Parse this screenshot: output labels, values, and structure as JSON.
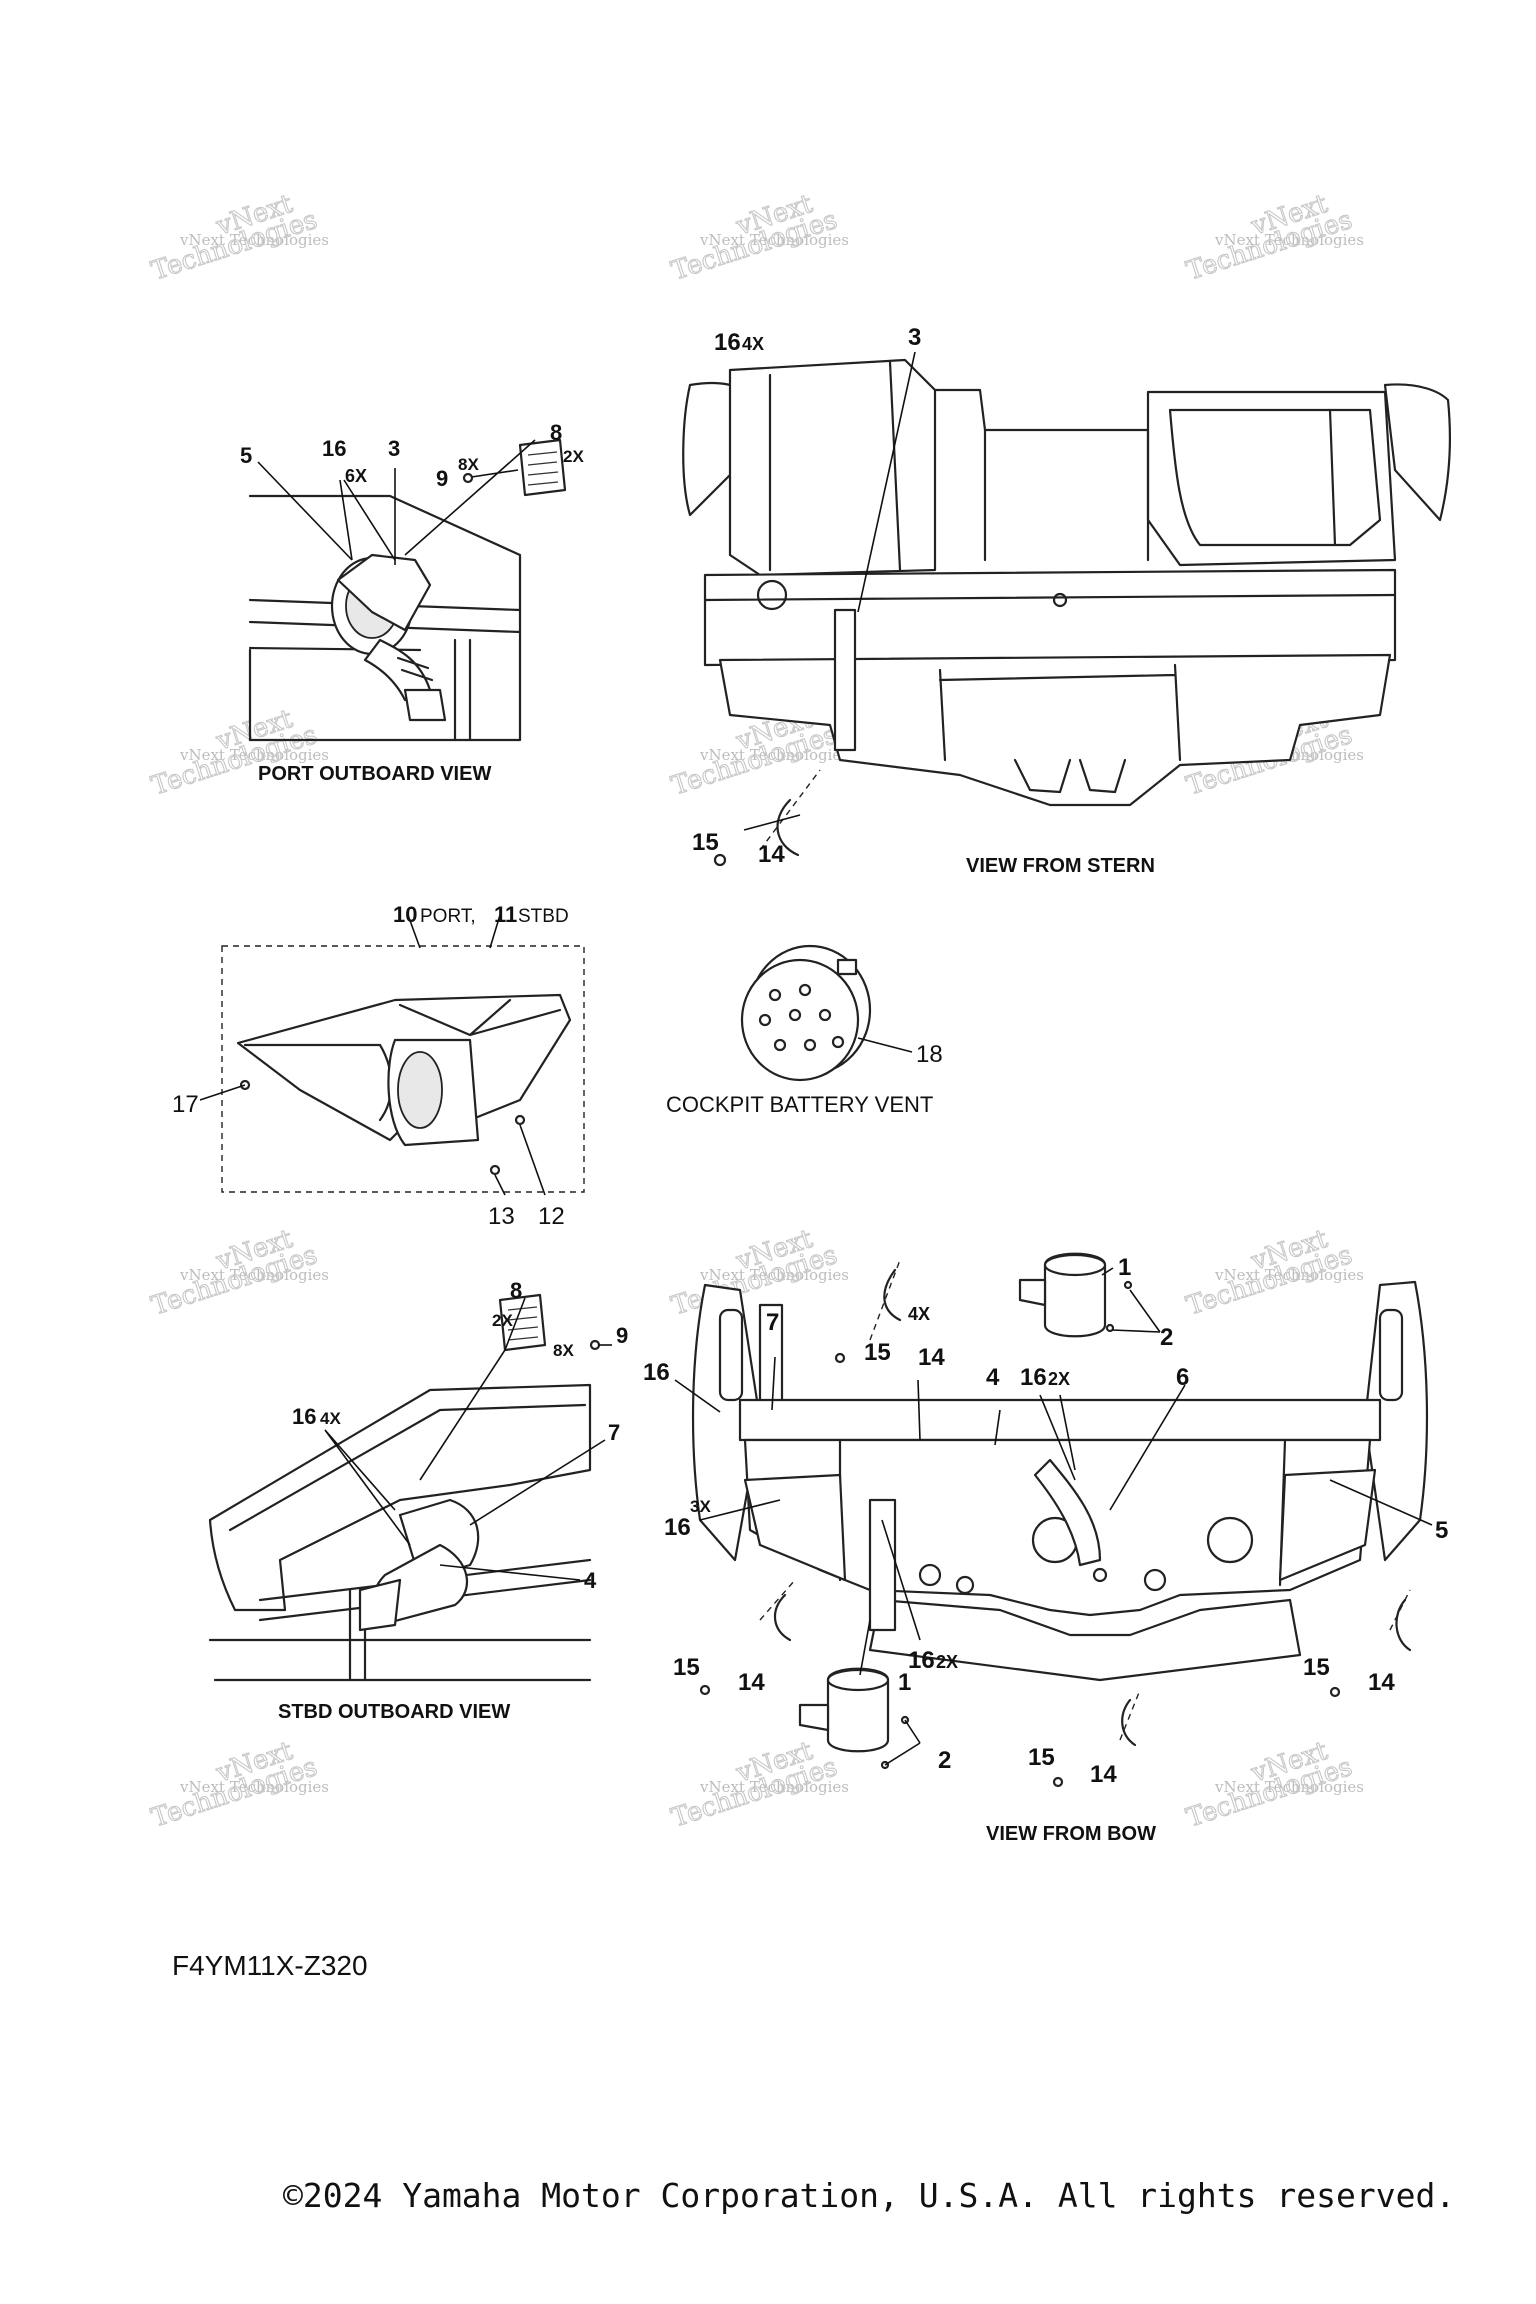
{
  "watermark": {
    "line1": "vNext Technologies",
    "line2": "vNext",
    "line3": "Technologies"
  },
  "views": {
    "port_outboard": {
      "title": "PORT OUTBOARD VIEW",
      "labels": [
        "5",
        "16",
        "6X",
        "3",
        "9",
        "8X",
        "8",
        "2X"
      ]
    },
    "stern": {
      "title": "VIEW FROM STERN",
      "labels": [
        "16",
        "4X",
        "3",
        "15",
        "14"
      ]
    },
    "panel": {
      "header_num1": "10",
      "header_txt1": "PORT,",
      "header_num2": "11",
      "header_txt2": "STBD",
      "labels": [
        "17",
        "13",
        "12"
      ]
    },
    "battery_vent": {
      "title": "COCKPIT BATTERY VENT",
      "label": "18"
    },
    "stbd_outboard": {
      "title": "STBD OUTBOARD VIEW",
      "labels": [
        "8",
        "2X",
        "8X",
        "9",
        "16",
        "4X",
        "7",
        "4"
      ]
    },
    "bow": {
      "title": "VIEW FROM BOW",
      "labels": [
        "1",
        "4X",
        "2",
        "15",
        "14",
        "4",
        "16",
        "2X",
        "6",
        "7",
        "16",
        "16",
        "3X",
        "5",
        "16",
        "2X",
        "15",
        "14",
        "1",
        "2",
        "15",
        "14",
        "15",
        "14"
      ]
    }
  },
  "part_code": "F4YM11X-Z320",
  "copyright": "©2024 Yamaha Motor Corporation, U.S.A. All rights reserved."
}
